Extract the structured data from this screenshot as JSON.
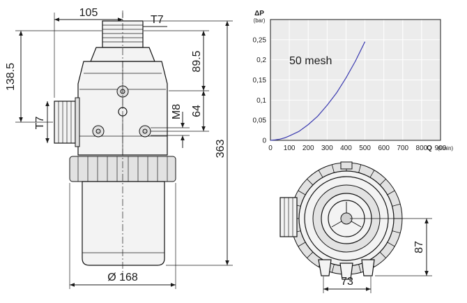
{
  "drawing": {
    "front_view": {
      "dim_top_width": "105",
      "dim_top_thread": "T7",
      "dim_left_height": "138.5",
      "dim_side_thread": "T7",
      "dim_right_upper": "89.5",
      "dim_right_mid": "64",
      "dim_mount": "M8",
      "dim_total_height": "363",
      "dim_diameter": "Ø 168"
    },
    "bottom_view": {
      "dim_height": "87",
      "dim_width": "73"
    }
  },
  "chart_data": {
    "type": "line",
    "ylabel": "ΔP",
    "ylabel_unit": "(bar)",
    "xlabel": "Q",
    "xlabel_unit": "(l/min)",
    "xlim": [
      0,
      900
    ],
    "ylim": [
      0,
      0.3
    ],
    "xticks": [
      "0",
      "100",
      "200",
      "300",
      "400",
      "500",
      "600",
      "700",
      "800",
      "900"
    ],
    "yticks": [
      "0",
      "0,05",
      "0,1",
      "0,15",
      "0,2",
      "0,25"
    ],
    "grid": true,
    "annotation": "50 mesh",
    "series": [
      {
        "name": "50 mesh",
        "color": "#3b3bb0",
        "x": [
          0,
          25,
          50,
          75,
          100,
          150,
          200,
          250,
          300,
          350,
          400,
          450,
          500
        ],
        "y": [
          0,
          0.001,
          0.003,
          0.006,
          0.011,
          0.022,
          0.039,
          0.06,
          0.087,
          0.118,
          0.155,
          0.197,
          0.245
        ]
      }
    ]
  }
}
